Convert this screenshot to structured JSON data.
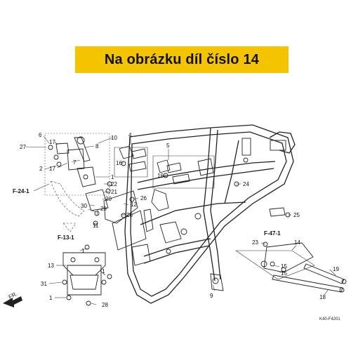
{
  "banner": {
    "text": "Na obrázku díl číslo 14",
    "color": "#f5c400"
  },
  "callouts": {
    "c1a": "1",
    "c1b": "1",
    "c1c": "1",
    "c1d": "1",
    "c2": "2",
    "c4": "4",
    "c5": "5",
    "c6": "6",
    "c7": "7",
    "c8": "8",
    "c9": "9",
    "c10": "10",
    "c11": "11",
    "c12": "12",
    "c13": "13",
    "c14": "14",
    "c15a": "15",
    "c15b": "15",
    "c16a": "16",
    "c16b": "16",
    "c17a": "17",
    "c17b": "17",
    "c18": "18",
    "c19": "19",
    "c20": "20",
    "c21": "21",
    "c22": "22",
    "c23": "23",
    "c24": "24",
    "c25": "25",
    "c26a": "26",
    "c26b": "26",
    "c27": "27",
    "c28": "28",
    "c29": "29",
    "c30": "30",
    "c31": "31"
  },
  "refs": {
    "f24": "F-24-1",
    "f13": "F-13-1",
    "f47": "F-47-1"
  },
  "front_label": "FR.",
  "diagram_code": "K40-F4201"
}
